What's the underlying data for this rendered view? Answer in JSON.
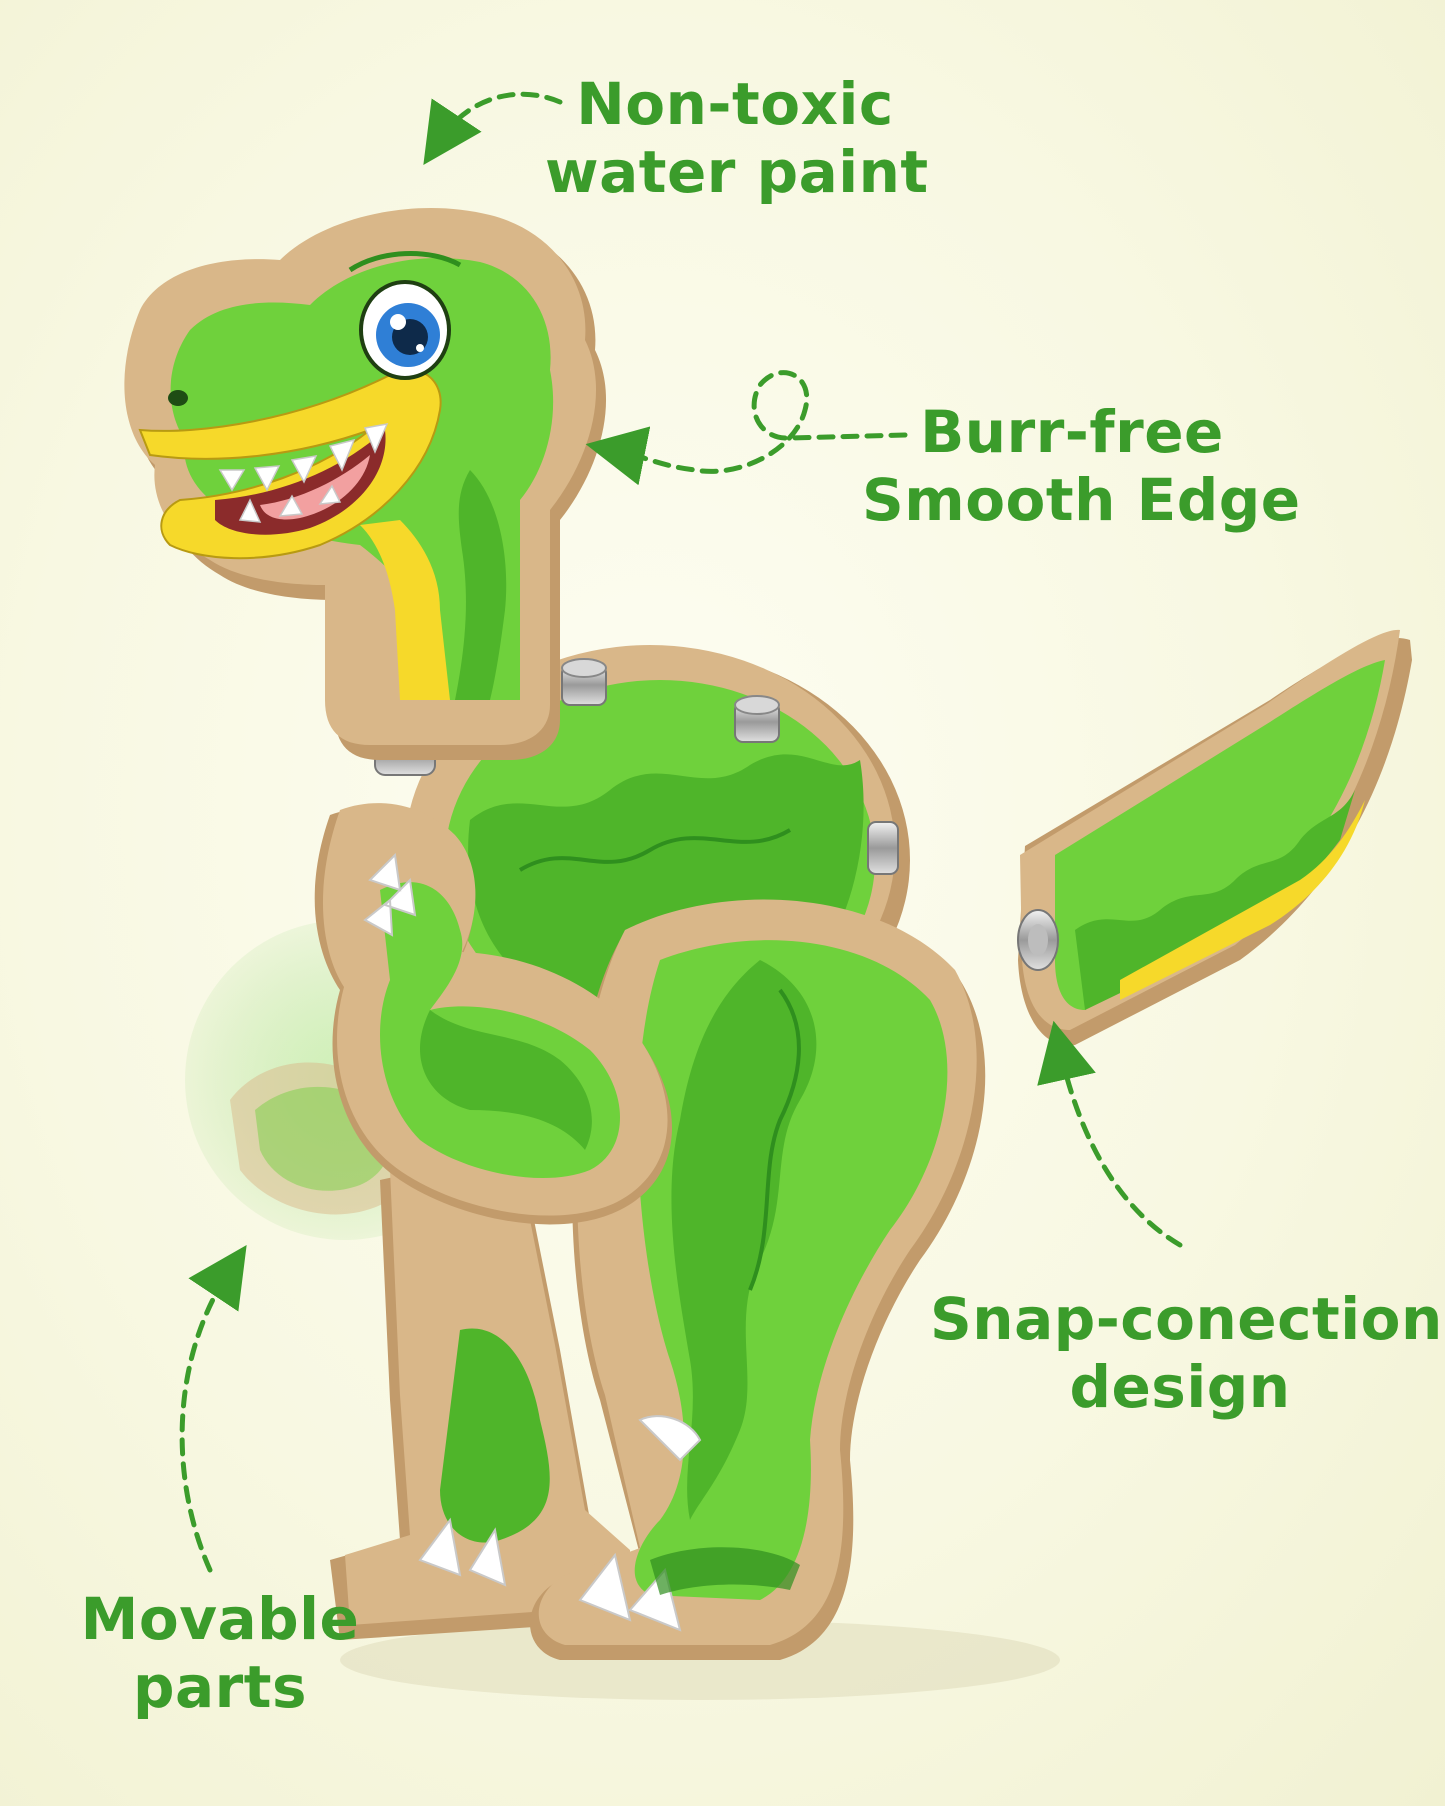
{
  "colors": {
    "accent_green": "#3b9c2b",
    "dino_light_green": "#6fd13c",
    "dino_mid_green": "#4fb52a",
    "dino_dark_green": "#2f8f1e",
    "wood": "#d9b789",
    "wood_shadow": "#c29b6b",
    "belly_yellow": "#f6d92a",
    "eye_blue": "#2f7fd6"
  },
  "callouts": {
    "non_toxic": {
      "line1": "Non-toxic",
      "line2": "water paint",
      "arrow_icon": "dashed-curved-arrow-icon"
    },
    "burr_free": {
      "line1": "Burr-free",
      "line2": "Smooth Edge",
      "arrow_icon": "dashed-loop-arrow-icon"
    },
    "snap_connection": {
      "line1": "Snap-conection",
      "line2": "design",
      "arrow_icon": "dashed-curved-arrow-icon"
    },
    "movable_parts": {
      "line1": "Movable",
      "line2": "parts",
      "arrow_icon": "dashed-curved-arrow-icon"
    }
  },
  "product": {
    "icon": "wooden-dinosaur-toy-icon",
    "parts": [
      "head",
      "body",
      "arm",
      "leg",
      "tail",
      "snap-buttons"
    ]
  }
}
